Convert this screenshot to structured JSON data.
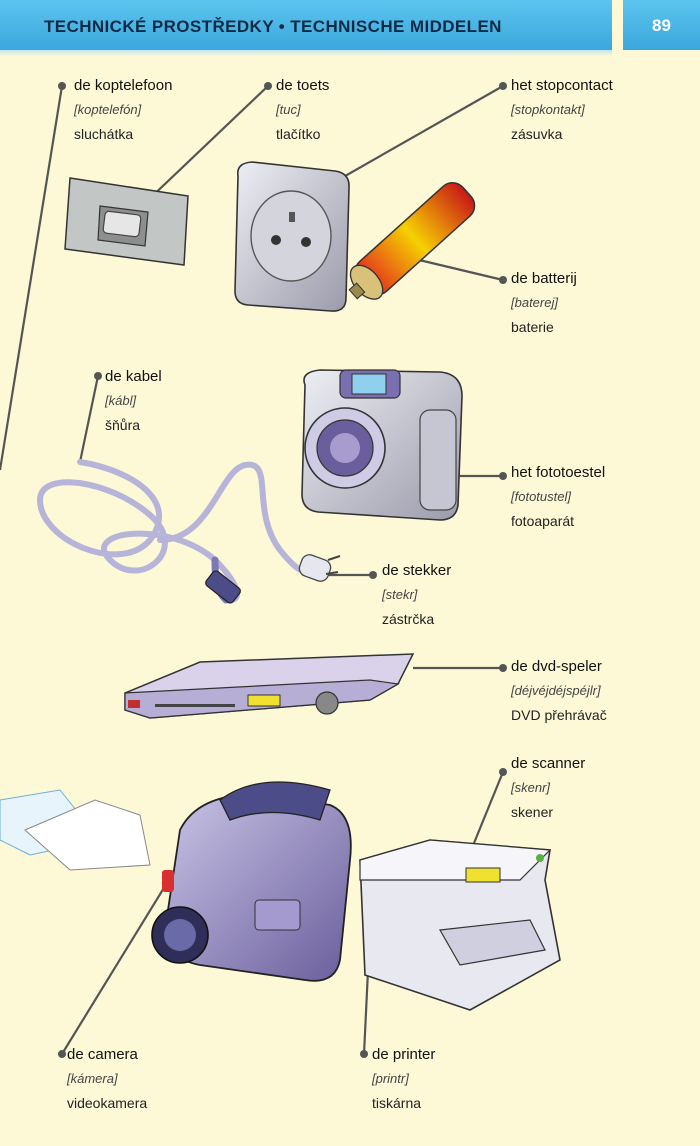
{
  "header": {
    "title": "TECHNICKÉ PROSTŘEDKY • TECHNISCHE MIDDELEN",
    "page_number": "89"
  },
  "colors": {
    "header_blue": "#3aa7dd",
    "page_background": "#fdf8d6",
    "leader_line": "#555555"
  },
  "entries": [
    {
      "id": "koptelefoon",
      "word": "de koptelefoon",
      "pronunciation": "[koptelefón]",
      "translation": "sluchátka"
    },
    {
      "id": "toets",
      "word": "de toets",
      "pronunciation": "[tuc]",
      "translation": "tlačítko"
    },
    {
      "id": "stopcontact",
      "word": "het stopcontact",
      "pronunciation": "[stopkontakt]",
      "translation": "zásuvka"
    },
    {
      "id": "batterij",
      "word": "de batterij",
      "pronunciation": "[baterej]",
      "translation": "baterie"
    },
    {
      "id": "kabel",
      "word": "de kabel",
      "pronunciation": "[kábl]",
      "translation": "šňůra"
    },
    {
      "id": "fototoestel",
      "word": "het fototoestel",
      "pronunciation": "[fototustel]",
      "translation": "fotoaparát"
    },
    {
      "id": "stekker",
      "word": "de stekker",
      "pronunciation": "[stekr]",
      "translation": "zástrčka"
    },
    {
      "id": "dvd-speler",
      "word": "de dvd-speler",
      "pronunciation": "[déjvéjdéjspéjlr]",
      "translation": "DVD přehrávač"
    },
    {
      "id": "scanner",
      "word": "de scanner",
      "pronunciation": "[skenr]",
      "translation": "skener"
    },
    {
      "id": "camera",
      "word": "de camera",
      "pronunciation": "[kámera]",
      "translation": "videokamera"
    },
    {
      "id": "printer",
      "word": "de printer",
      "pronunciation": "[printr]",
      "translation": "tiskárna"
    }
  ]
}
